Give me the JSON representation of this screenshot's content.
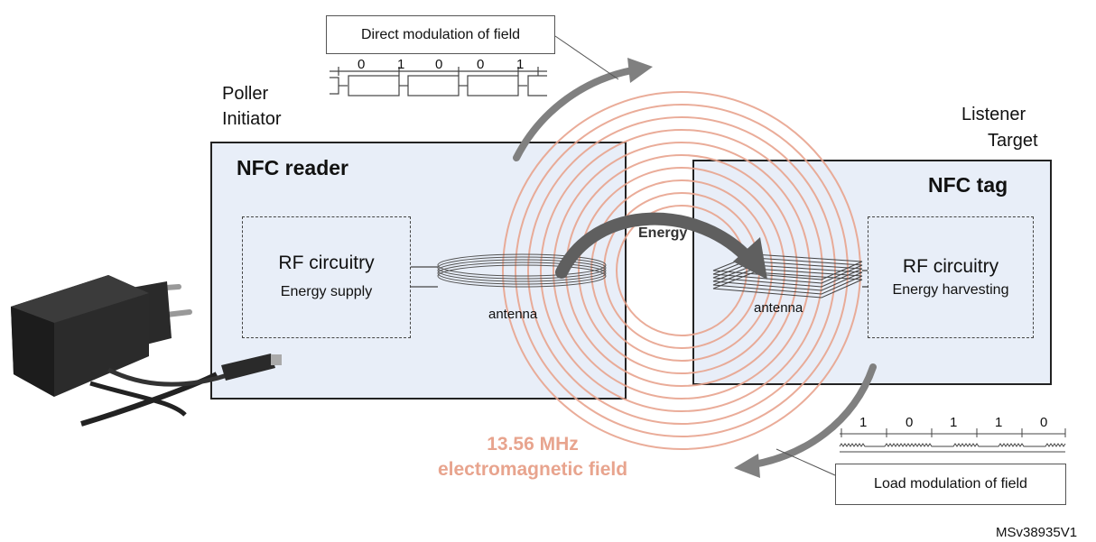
{
  "reader": {
    "role_line1": "Poller",
    "role_line2": "Initiator",
    "title": "NFC reader",
    "rf_title": "RF circuitry",
    "rf_subtitle": "Energy supply",
    "antenna_label": "antenna"
  },
  "tag": {
    "role_line1": "Listener",
    "role_line2": "Target",
    "title": "NFC tag",
    "rf_title": "RF circuitry",
    "rf_subtitle": "Energy harvesting",
    "antenna_label": "antenna"
  },
  "energy_label": "Energy",
  "field_label_line1": "13.56 MHz",
  "field_label_line2": "electromagnetic field",
  "direct_modulation": {
    "label": "Direct modulation of field",
    "bits": [
      "0",
      "1",
      "0",
      "0",
      "1"
    ]
  },
  "load_modulation": {
    "label": "Load modulation of field",
    "bits": [
      "1",
      "0",
      "1",
      "1",
      "0"
    ]
  },
  "figure_id": "MSv38935V1",
  "colors": {
    "box_fill": "#e8eef8",
    "field_rings": "#e8a48e",
    "arrow_gray": "#808080"
  }
}
